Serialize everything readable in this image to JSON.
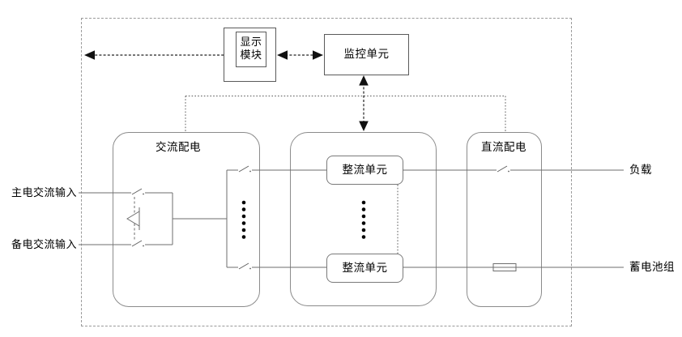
{
  "figure": {
    "blocks": {
      "display_module": {
        "label": "显示模块"
      },
      "monitoring_unit": {
        "label": "监控单元"
      },
      "ac_distribution": {
        "label": "交流配电"
      },
      "rectifier_unit_top": {
        "label": "整流单元"
      },
      "rectifier_unit_bottom": {
        "label": "整流单元"
      },
      "dc_distribution": {
        "label": "直流配电"
      }
    },
    "terminals": {
      "main_ac_input": "主电交流输入",
      "backup_ac_input": "备电交流输入",
      "load": "负载",
      "battery_pack": "蓄电池组"
    },
    "colors": {
      "background": "#ffffff",
      "power_line": "#6e6e6e",
      "container_border": "#8b8b8b",
      "module_border": "#5a5a5a",
      "dashed_bus": "#555555",
      "arrow": "#111111",
      "text": "#000000"
    }
  }
}
